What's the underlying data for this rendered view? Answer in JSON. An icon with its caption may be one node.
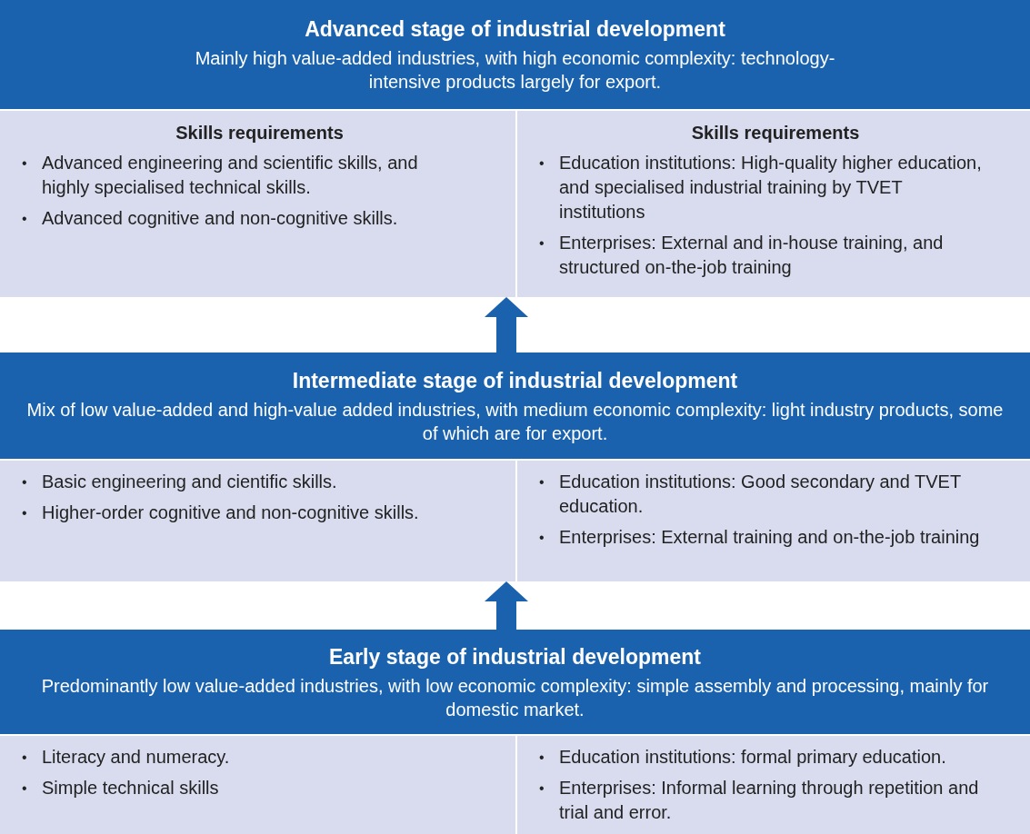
{
  "diagram": {
    "nodes": [
      {
        "text": [
          "Advanced stage of industrial development",
          "Mainly high value-added industries, with high economic complexity: technology-intensive products largely for export."
        ]
      },
      {
        "text": [
          "Skills requirements",
          "Advanced engineering and scientific skills, and highly specialised technical skills.",
          "Advanced cognitive and non-cognitive skills."
        ]
      },
      {
        "text": [
          "Skills requirements",
          "Education institutions: High-quality higher education, and specialised industrial training by TVET institutions",
          "Enterprises: External and in-house training, and structured on-the-job training"
        ]
      },
      {
        "text": [
          "Intermediate stage of industrial development",
          "Mix of low value-added and high-value added industries, with medium economic complexity: light industry products, some of which are for export."
        ]
      },
      {
        "text": [
          "Basic engineering and cientific skills.",
          "Higher-order cognitive and non-cognitive skills."
        ]
      },
      {
        "text": [
          "Education institutions: Good secondary and TVET education.",
          "Enterprises: External training and on-the-job training"
        ]
      },
      {
        "text": [
          "Early stage of industrial development",
          "Predominantly low value-added industries, with low economic complexity: simple assembly and processing, mainly for domestic market."
        ]
      },
      {
        "text": [
          "Literacy and numeracy.",
          "Simple technical skills"
        ]
      },
      {
        "text": [
          "Education institutions: formal primary education.",
          "Enterprises: Informal learning through repetition and trial and error."
        ]
      }
    ],
    "edges": [
      {
        "from": 3,
        "to": 1,
        "arrow": "to"
      },
      {
        "from": 6,
        "to": 4,
        "arrow": "to"
      }
    ],
    "labels": [
      "•",
      "•",
      "•",
      "•",
      "•",
      "•",
      "•",
      "•",
      "•",
      "•",
      "•",
      "•"
    ]
  }
}
